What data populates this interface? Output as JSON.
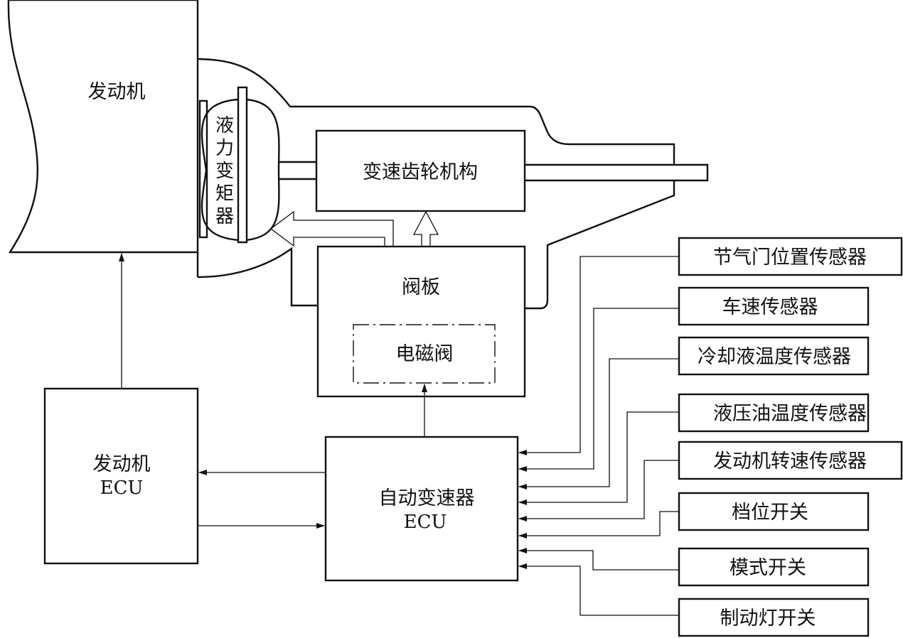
{
  "engine": {
    "label": "发动机"
  },
  "torque_converter": {
    "label": [
      "液",
      "力",
      "变",
      "矩",
      "器"
    ]
  },
  "gear_mechanism": {
    "label": "变速齿轮机构"
  },
  "valve_body": {
    "label": "阀板"
  },
  "solenoid_valve": {
    "label": "电磁阀"
  },
  "engine_ecu": {
    "label_line1": "发动机",
    "label_line2": "ECU"
  },
  "transmission_ecu": {
    "label_line1": "自动变速器",
    "label_line2": "ECU"
  },
  "sensors": [
    {
      "id": "throttle-position-sensor",
      "label": "节气门位置传感器"
    },
    {
      "id": "vehicle-speed-sensor",
      "label": "车速传感器"
    },
    {
      "id": "coolant-temp-sensor",
      "label": "冷却液温度传感器"
    },
    {
      "id": "hydraulic-oil-temp-sensor",
      "label": "液压油温度传感器"
    },
    {
      "id": "engine-speed-sensor",
      "label": "发动机转速传感器"
    },
    {
      "id": "gear-position-switch",
      "label": "档位开关"
    },
    {
      "id": "mode-switch",
      "label": "模式开关"
    },
    {
      "id": "brake-light-switch",
      "label": "制动灯开关"
    }
  ]
}
